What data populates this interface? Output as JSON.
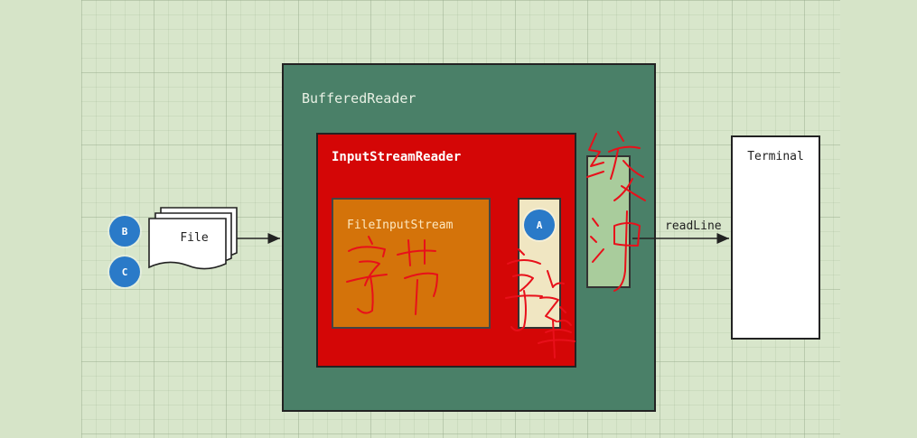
{
  "nodes": {
    "buffered_reader": "BufferedReader",
    "input_stream_reader": "InputStreamReader",
    "file_input_stream": "FileInputStream",
    "file": "File",
    "terminal": "Terminal"
  },
  "markers": {
    "a": "A",
    "b": "B",
    "c": "C"
  },
  "edges": {
    "read_line": "readLine"
  },
  "handwriting": {
    "byte": "字节",
    "char": "字符",
    "buffer": "缓冲"
  },
  "colors": {
    "background": "#d6e4c8",
    "buffered_reader": "#4a8068",
    "input_stream_reader": "#d40606",
    "file_input_stream": "#d4730a",
    "char_buffer": "#f0e6c2",
    "buffer": "#a9cc9c",
    "marker": "#2a7ac8",
    "handwriting": "#e8101a"
  }
}
